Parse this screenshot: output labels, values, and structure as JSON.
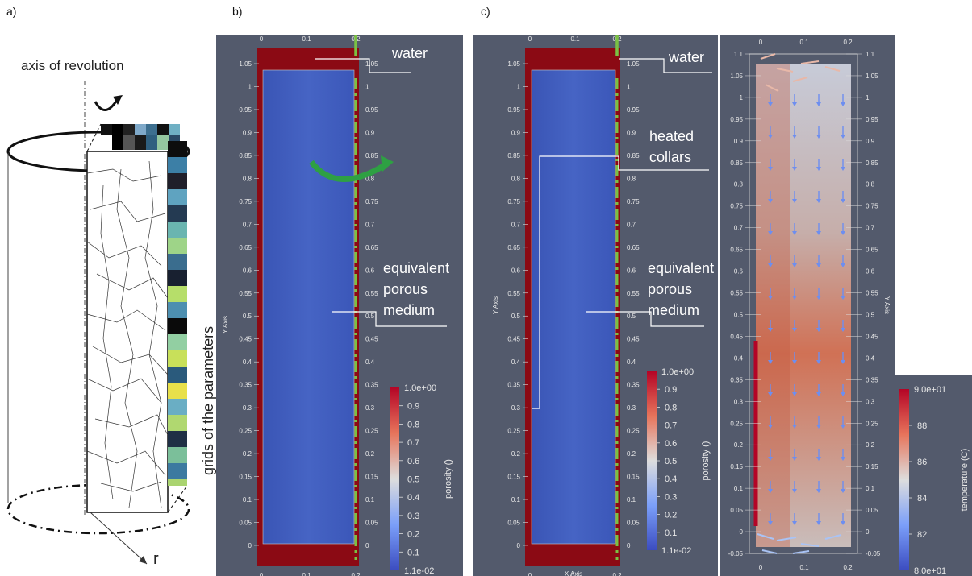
{
  "panels": {
    "a": {
      "label": "a)",
      "axis_text": "axis of revolution",
      "grid_text": "grids of the parameters",
      "r_label": "r"
    },
    "b": {
      "label": "b)",
      "water": "water",
      "epm_line1": "equivalent",
      "epm_line2": "porous",
      "epm_line3": "medium"
    },
    "c": {
      "label": "c)",
      "water": "water",
      "collar_line1": "heated",
      "collar_line2": "collars",
      "epm_line1": "equivalent",
      "epm_line2": "porous",
      "epm_line3": "medium"
    }
  },
  "axes": {
    "x_axis": "X Axis",
    "y_axis": "Y Axis",
    "x_ticks": [
      "0",
      "0.1",
      "0.2"
    ],
    "y_ticks": [
      "0",
      "0.05",
      "0.1",
      "0.15",
      "0.2",
      "0.25",
      "0.3",
      "0.35",
      "0.4",
      "0.45",
      "0.5",
      "0.55",
      "0.6",
      "0.65",
      "0.7",
      "0.75",
      "0.8",
      "0.85",
      "0.9",
      "0.95",
      "1",
      "1.05"
    ],
    "y_ticks_temp": [
      "-0.05",
      "0",
      "0.05",
      "0.1",
      "0.15",
      "0.2",
      "0.25",
      "0.3",
      "0.35",
      "0.4",
      "0.45",
      "0.5",
      "0.55",
      "0.6",
      "0.65",
      "0.7",
      "0.75",
      "0.8",
      "0.85",
      "0.9",
      "0.95",
      "1",
      "1.05",
      "1.1"
    ]
  },
  "colorbars": {
    "porosity": {
      "title": "porosity ()",
      "top": "1.0e+00",
      "bottom": "1.1e-02",
      "ticks": [
        "0.9",
        "0.8",
        "0.7",
        "0.6",
        "0.5",
        "0.4",
        "0.3",
        "0.2",
        "0.1"
      ]
    },
    "temperature": {
      "title": "temperature (C)",
      "top": "9.0e+01",
      "bottom": "8.0e+01",
      "ticks": [
        "88",
        "86",
        "84",
        "82"
      ]
    }
  },
  "colors": {
    "background": "#535a6c",
    "water": "#8b0a14",
    "porous": "#3b56b8",
    "green": "#7ac143",
    "warm": "#c4593f"
  }
}
